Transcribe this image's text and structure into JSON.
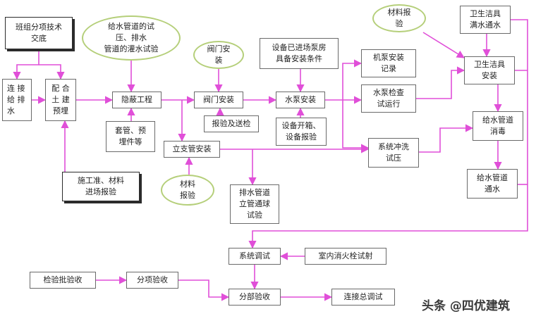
{
  "nodes": {
    "n_tech_briefing": "班组分项技术\n交底",
    "n_connect_supply": "连 接\n给 排\n水",
    "n_civil_embed": "配 合\n土 建\n预埋",
    "n_hidden_work": "隐蔽工程",
    "n_sleeves": "套管、预\n埋件等",
    "n_construction_ready": "施工准、材料\n进场报验",
    "n_valve_install": "阀门安装",
    "n_inspect_deliver": "报验及送检",
    "n_riser_install": "立支管安装",
    "n_equip_ready": "设备已进场泵房\n具备安装条件",
    "n_pump_install": "水泵安装",
    "n_equip_open": "设备开箱、\n设备报验",
    "n_pump_record": "机泵安装\n记录",
    "n_pump_test": "水泵检查\n试运行",
    "n_flush_test": "系统冲洗\n试压",
    "n_drain_ball": "排水管道\n立管通球\n试验",
    "n_fixture_fill": "卫生洁具\n满水通水",
    "n_fixture_install": "卫生洁具\n安装",
    "n_disinfect": "给水管道\n消毒",
    "n_water_pass": "给水管道\n通水",
    "n_system_debug": "系统调试",
    "n_fire_hydrant": "室内消火栓试射",
    "n_batch_accept": "检验批验收",
    "n_item_accept": "分项验收",
    "n_part_accept": "分部验收",
    "n_joint_debug": "连接总调试"
  },
  "ovals": {
    "o_pressure_test": "给水管道的试\n压、排水\n管道的灌水试验",
    "o_valve": "阀门安\n装",
    "o_material_top": "材料报\n验",
    "o_material_bottom": "材料\n报验"
  },
  "watermark": "头条 @四优建筑",
  "colors": {
    "arrow": "#e04fd8",
    "oval_border": "#b5cf7a",
    "box_border": "#6a6a6a"
  }
}
